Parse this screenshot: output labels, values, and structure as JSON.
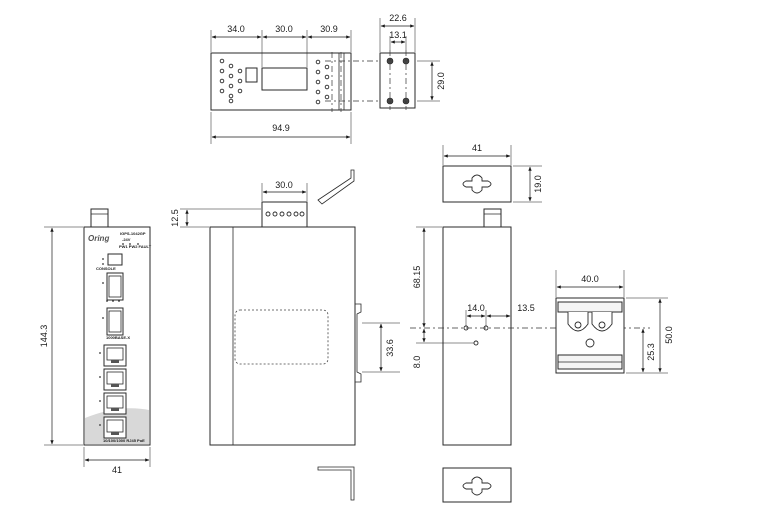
{
  "dimensions": {
    "top_width_a": "34.0",
    "top_width_b": "30.0",
    "top_width_c": "30.9",
    "top_total": "94.9",
    "bracket_width": "22.6",
    "bracket_hole_spacing": "13.1",
    "bracket_height": "29.0",
    "front_height": "144.3",
    "front_width": "41",
    "terminal_width": "30.0",
    "terminal_height": "12.5",
    "slot_spacing": "33.6",
    "rear_top_width": "41",
    "rear_top_height": "19.0",
    "rear_hole_height": "68.15",
    "rear_hole_spacing": "14.0",
    "rear_hole_offset": "13.5",
    "rear_hole_bottom": "8.0",
    "din_width": "40.0",
    "din_height": "50.0",
    "din_hole_height": "25.3"
  },
  "device": {
    "brand": "Oring",
    "model": "IGPS-1042GP",
    "suffix": "-24V",
    "led_labels": "PW1 PW2 FAULT",
    "console_label": "CONSOLE",
    "port_group_label": "1000BASE-X",
    "poe_label": "10/100/1000 RJ45 PoE"
  }
}
